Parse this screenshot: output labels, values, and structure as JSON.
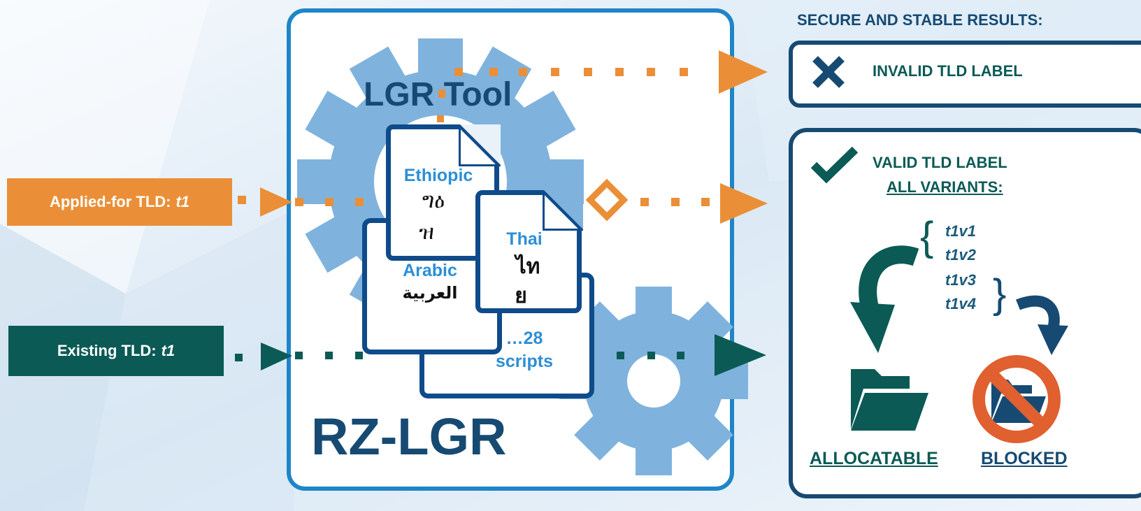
{
  "results_heading": "SECURE AND STABLE RESULTS:",
  "inputs": {
    "applied": {
      "label": "Applied-for TLD:",
      "value": "t1"
    },
    "existing": {
      "label": "Existing TLD:",
      "value": "t1"
    }
  },
  "tool": {
    "gear_title": "LGR Tool",
    "name": "RZ-LGR",
    "scripts": [
      {
        "name": "Ethiopic",
        "sample_1": "ግዕ",
        "sample_2": "ዝ"
      },
      {
        "name": "Thai",
        "sample_1": "ไท",
        "sample_2": "ย"
      },
      {
        "name": "Arabic",
        "sample": "العربية"
      }
    ],
    "more_scripts_1": "…28",
    "more_scripts_2": "scripts"
  },
  "invalid": {
    "label": "INVALID TLD LABEL",
    "icon": "x-mark-icon"
  },
  "valid": {
    "label_1": "VALID TLD LABEL",
    "label_2": "ALL VARIANTS:",
    "icon": "check-mark-icon",
    "variants": [
      "t1v1",
      "t1v2",
      "t1v3",
      "t1v4"
    ],
    "allocatable": "ALLOCATABLE",
    "blocked": "BLOCKED"
  },
  "colors": {
    "orange": "#ea8f37",
    "teal": "#0b5a55",
    "navy": "#164a72",
    "blue": "#1f85c8",
    "gear": "#7fb3dd",
    "red": "#e0602f"
  }
}
